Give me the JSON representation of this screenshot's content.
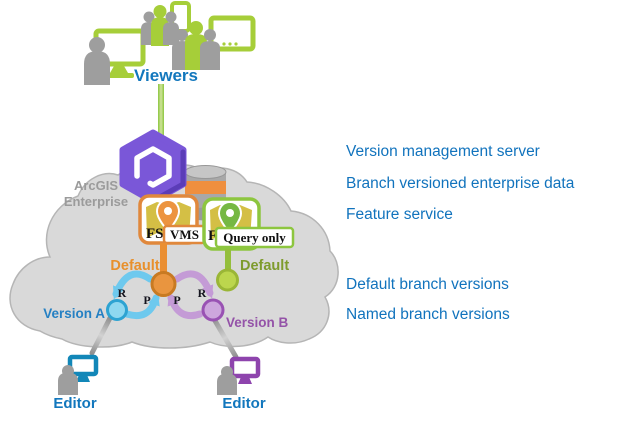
{
  "colors": {
    "esri_blue": "#1173bd",
    "viewer_green": "#a6ce39",
    "enterprise_purple": "#7a57d8",
    "default_orange": "#ea8f33",
    "query_green": "#8dc63f",
    "version_a_blue": "#2da3d2",
    "version_b_purple": "#9952b3",
    "editor_teal": "#1287b8",
    "editor_purple": "#8e44ad",
    "cloud_gray": "#d9d9d9",
    "label_gray": "#9b9b9b"
  },
  "diagram": {
    "viewers_label": "Viewers",
    "cloud_label_line1": "ArcGIS",
    "cloud_label_line2": "Enterprise",
    "vms_service": {
      "fs_label": "FS",
      "badge": "VMS"
    },
    "query_service": {
      "fs_label": "FS",
      "badge": "Query only"
    },
    "default_left_label": "Default",
    "default_right_label": "Default",
    "version_a_label": "Version A",
    "version_b_label": "Version B",
    "arrows": {
      "reconcile_left": "R",
      "post_left": "P",
      "post_right": "P",
      "reconcile_right": "R"
    },
    "editor_left_label": "Editor",
    "editor_right_label": "Editor"
  },
  "legend": {
    "items": [
      "Version management server",
      "Branch versioned enterprise data",
      "Feature service",
      "Default branch versions",
      "Named branch versions"
    ]
  }
}
